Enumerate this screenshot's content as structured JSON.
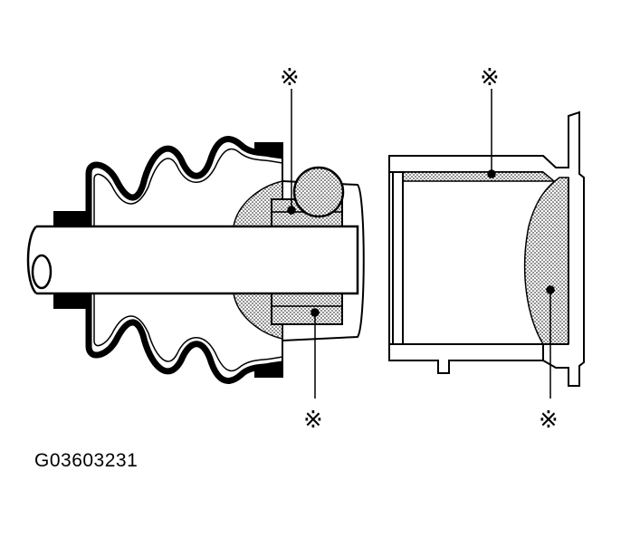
{
  "figure_code": "G03603231",
  "callout_symbol": "※",
  "callouts": [
    {
      "id": "boot-inner-grease",
      "symbol": "※"
    },
    {
      "id": "joint-lower-grease",
      "symbol": "※"
    },
    {
      "id": "housing-wall-grease",
      "symbol": "※"
    },
    {
      "id": "housing-cavity-grease",
      "symbol": "※"
    }
  ]
}
